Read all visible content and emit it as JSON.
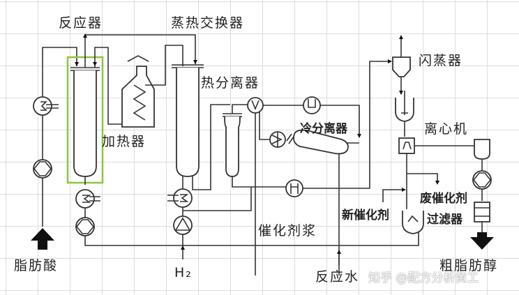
{
  "diagram": {
    "title": "Fatty alcohol hydrogenation process flow",
    "highlight_color": "#8cc63f",
    "labels": {
      "reactor": "反应器",
      "steam_exchanger": "蒸热交换器",
      "heater": "加热器",
      "hot_separator": "热分离器",
      "cold_separator": "冷分离器",
      "flash": "闪蒸器",
      "centrifuge": "离心机",
      "fatty_acid": "脂肪酸",
      "hydrogen": "H₂",
      "catalyst_slurry": "催化剂浆",
      "reaction_water": "反应水",
      "new_catalyst": "新催化剂",
      "spent_catalyst": "废催化剂",
      "filter": "过滤器",
      "crude_alcohol": "粗脂肪醇"
    },
    "watermark": "知乎 @配方分析黄工"
  }
}
